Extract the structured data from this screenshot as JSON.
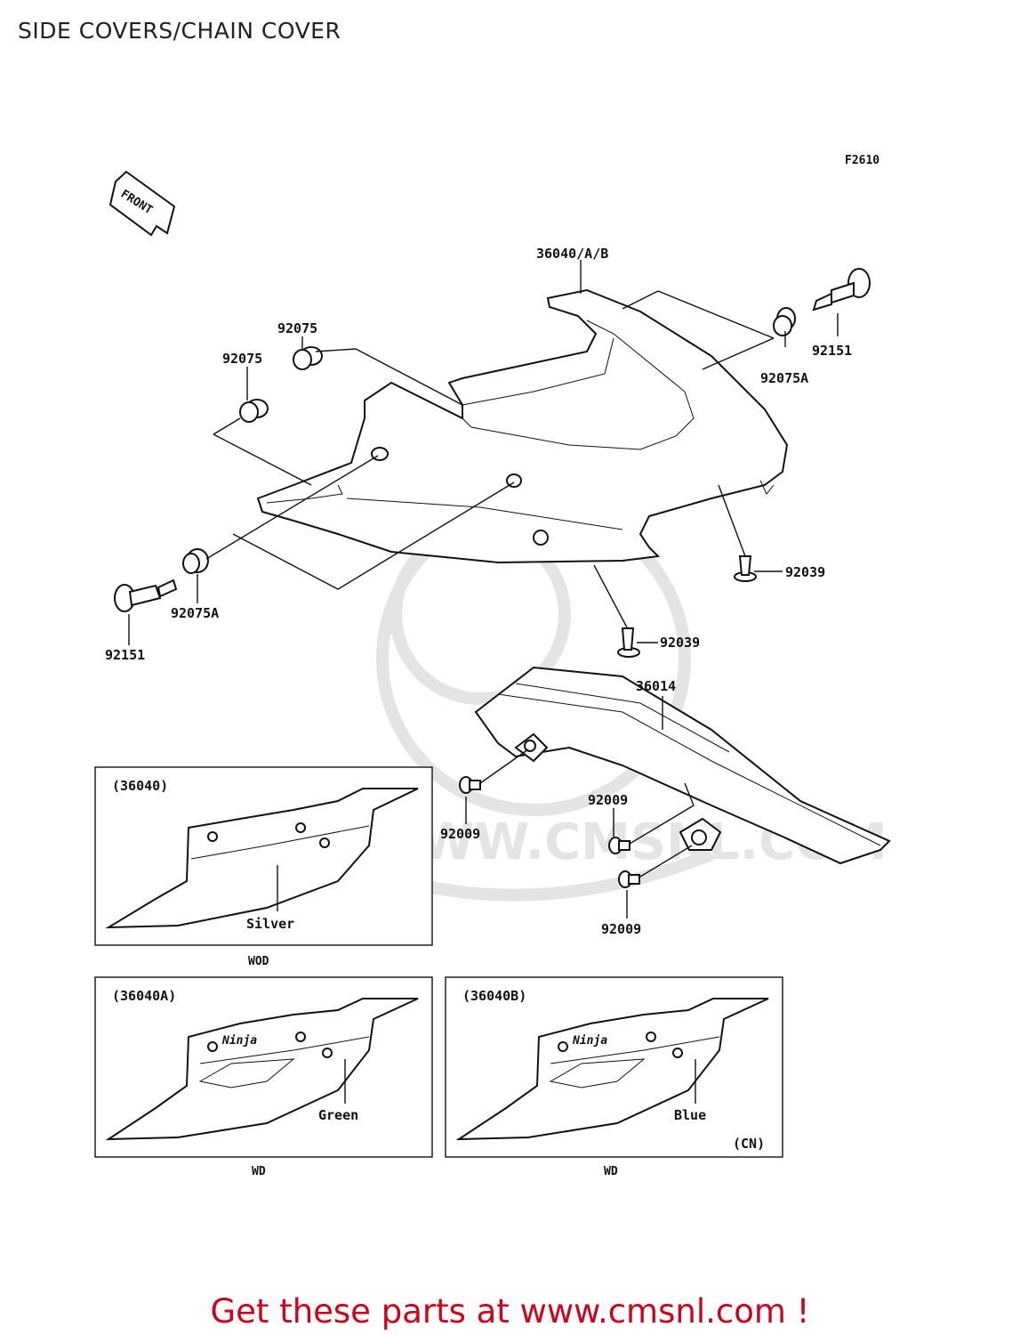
{
  "page": {
    "title": "SIDE COVERS/CHAIN COVER",
    "figure_code": "F2610",
    "front_arrow": "FRONT",
    "watermark": "WWW.CMSNL.COM",
    "promo": "Get these parts at www.cmsnl.com !"
  },
  "callouts": {
    "cover_main": "36040/A/B",
    "grommet_a1": "92075",
    "grommet_a2": "92075",
    "grommet_b_right": "92075A",
    "grommet_b_left": "92075A",
    "bolt_right": "92151",
    "bolt_left": "92151",
    "clip_right": "92039",
    "clip_center": "92039",
    "chain_cover": "36014",
    "screw_1": "92009",
    "screw_2": "92009",
    "screw_3": "92009"
  },
  "variants": [
    {
      "part": "(36040)",
      "color": "Silver",
      "region": "WOD",
      "note": ""
    },
    {
      "part": "(36040A)",
      "color": "Green",
      "region": "WD",
      "note": ""
    },
    {
      "part": "(36040B)",
      "color": "Blue",
      "region": "WD",
      "note": "(CN)"
    }
  ]
}
